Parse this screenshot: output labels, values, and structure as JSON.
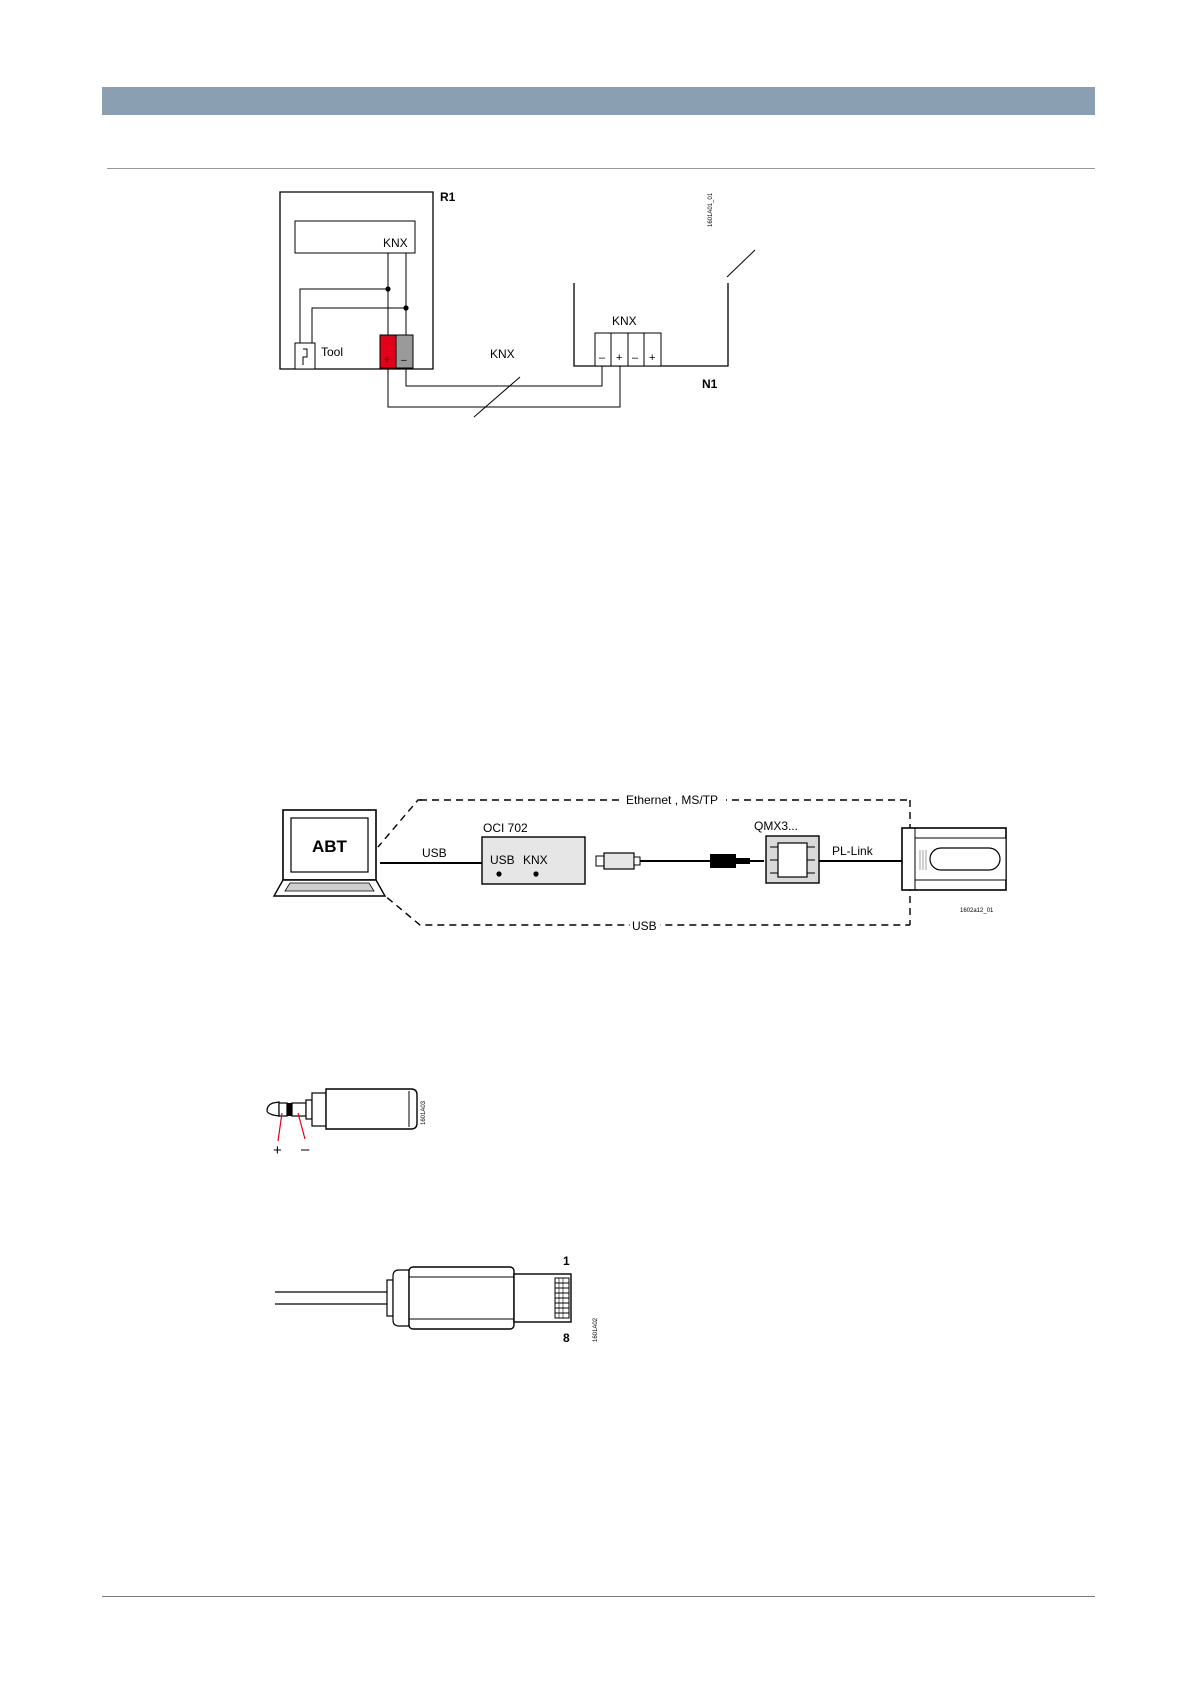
{
  "wiring_diagram": {
    "device_r1_label": "R1",
    "knx_label_r1": "KNX",
    "tool_label": "Tool",
    "bus_label": "KNX",
    "device_n1_label": "N1",
    "terminal_header": "KNX",
    "terminal_signs": [
      "–",
      "+",
      "–",
      "+"
    ],
    "red_terminal_sign": "+",
    "grey_terminal_sign": "–",
    "figure_code": "1601A01_01"
  },
  "topology_diagram": {
    "network_label": "Ethernet , MS/TP",
    "laptop_label": "ABT",
    "usb_cable_label": "USB",
    "oci_title": "OCI 702",
    "oci_port_usb": "USB",
    "oci_port_knx": "KNX",
    "qmx_label": "QMX3...",
    "pl_link_label": "PL-Link",
    "usb_bottom_label": "USB",
    "figure_code": "1602a12_01"
  },
  "jack_plug": {
    "plus_label": "+",
    "minus_label": "–",
    "figure_code": "1601A03"
  },
  "rj45_plug": {
    "pin_first": "1",
    "pin_last": "8",
    "figure_code": "1601A02"
  }
}
